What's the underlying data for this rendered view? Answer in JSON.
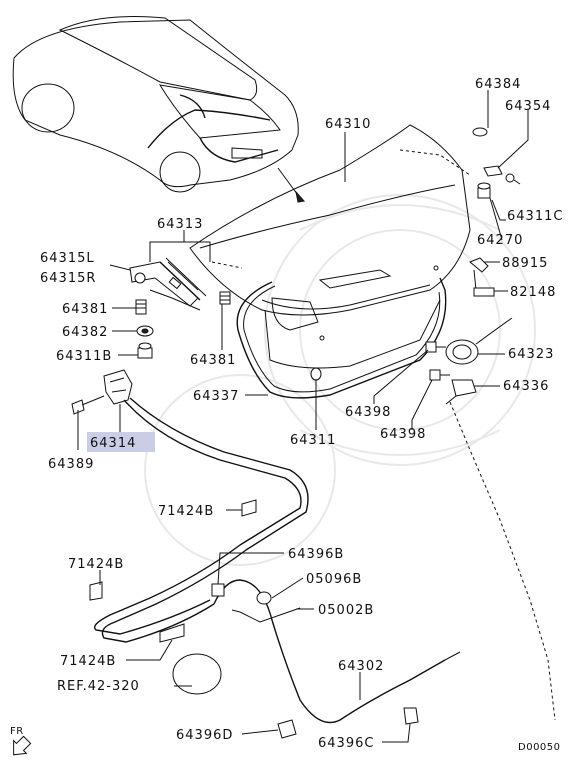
{
  "labels": {
    "p64310": "64310",
    "p64384": "64384",
    "p64354": "64354",
    "p64311C": "64311C",
    "p64270": "64270",
    "p88915": "88915",
    "p82148": "82148",
    "p64313": "64313",
    "p64315L": "64315L",
    "p64315R": "64315R",
    "p64381a": "64381",
    "p64381b": "64381",
    "p64382": "64382",
    "p64311B": "64311B",
    "p64323": "64323",
    "p64336": "64336",
    "p64337": "64337",
    "p64398a": "64398",
    "p64398b": "64398",
    "p64311": "64311",
    "p64314": "64314",
    "p64389": "64389",
    "p71424Ba": "71424B",
    "p71424Bb": "71424B",
    "p71424Bc": "71424B",
    "p64396B": "64396B",
    "p05096B": "05096B",
    "p05002B": "05002B",
    "p64302": "64302",
    "ref": "REF.42-320",
    "p64396D": "64396D",
    "p64396C": "64396C"
  },
  "footer": {
    "direction": "FR",
    "code": "D00050"
  },
  "highlight": {
    "part": "64314",
    "color": "#c9cde6"
  }
}
